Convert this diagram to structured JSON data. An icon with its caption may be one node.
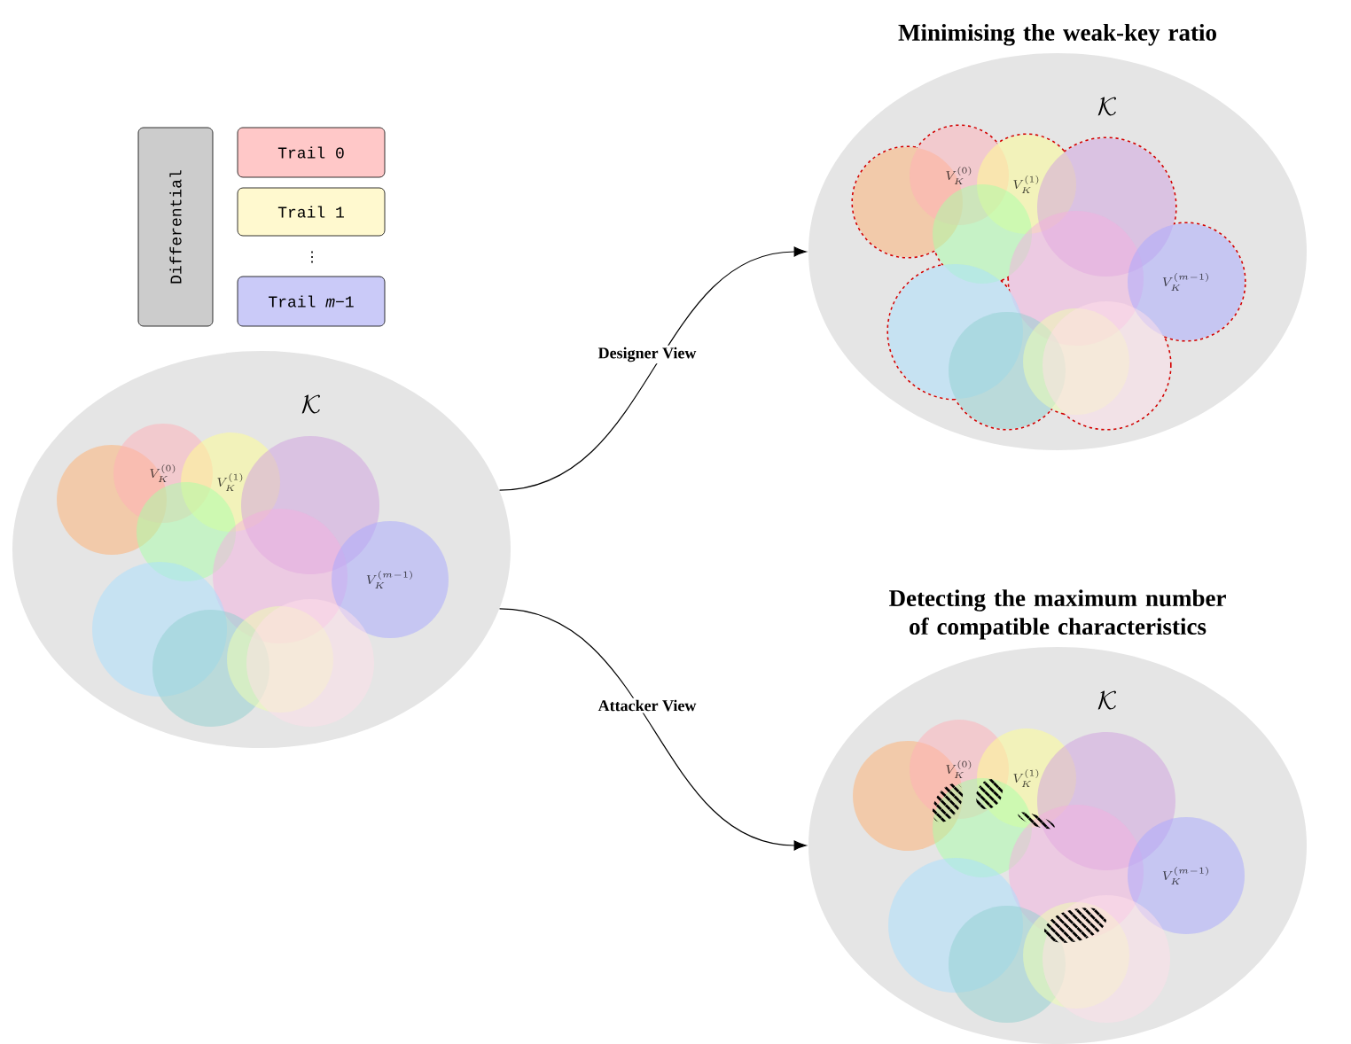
{
  "diagram": {
    "nodes": [
      {
        "text": [
          "Differential"
        ]
      },
      {
        "text": [
          "Trail 0"
        ]
      },
      {
        "text": [
          "Trail 1"
        ]
      },
      {
        "text": [
          "Trail *m*−1"
        ]
      },
      {
        "text": [
          "\\mathcal{K}"
        ]
      },
      {
        "text": [],
        "shape": "circle",
        "in": 4
      },
      {
        "text": [
          "V_K^{(0)}"
        ],
        "in": 4
      },
      {
        "text": [
          "V_K^{(1)}"
        ],
        "in": 4
      },
      {
        "text": [],
        "shape": "circle",
        "in": 4
      },
      {
        "text": [],
        "shape": "circle",
        "in": 4
      },
      {
        "text": [],
        "shape": "circle",
        "in": 4
      },
      {
        "text": [
          "V_K^{(m-1)}"
        ],
        "in": 4
      },
      {
        "text": [],
        "shape": "circle",
        "in": 4
      },
      {
        "text": [],
        "shape": "circle",
        "in": 4
      },
      {
        "text": [],
        "shape": "circle",
        "in": 4
      },
      {
        "text": [],
        "shape": "circle",
        "in": 4
      },
      {
        "text": [
          "\\mathcal{K}"
        ],
        "beside": [
          "Minimising the weak-key ratio"
        ]
      },
      {
        "text": [],
        "shape": "circle",
        "in": 16
      },
      {
        "text": [
          "V_K^{(0)}"
        ],
        "in": 16
      },
      {
        "text": [
          "V_K^{(1)}"
        ],
        "in": 16
      },
      {
        "text": [],
        "shape": "circle",
        "in": 16
      },
      {
        "text": [],
        "shape": "circle",
        "in": 16
      },
      {
        "text": [],
        "shape": "circle",
        "in": 16
      },
      {
        "text": [
          "V_K^{(m-1)}"
        ],
        "in": 16
      },
      {
        "text": [],
        "shape": "circle",
        "in": 16
      },
      {
        "text": [],
        "shape": "circle",
        "in": 16
      },
      {
        "text": [],
        "shape": "circle",
        "in": 16
      },
      {
        "text": [],
        "shape": "circle",
        "in": 16
      },
      {
        "text": [
          "\\mathcal{K}"
        ],
        "beside": [
          "Detecting the maximum number of compatible characteristics"
        ]
      },
      {
        "text": [],
        "shape": "circle",
        "in": 28
      },
      {
        "text": [
          "V_K^{(0)}"
        ],
        "in": 28
      },
      {
        "text": [
          "V_K^{(1)}"
        ],
        "in": 28
      },
      {
        "text": [],
        "shape": "circle",
        "in": 28
      },
      {
        "text": [],
        "shape": "circle",
        "in": 28
      },
      {
        "text": [],
        "shape": "circle",
        "in": 28
      },
      {
        "text": [
          "V_K^{(m-1)}"
        ],
        "in": 28
      },
      {
        "text": [],
        "shape": "circle",
        "in": 28
      },
      {
        "text": [],
        "shape": "circle",
        "in": 28
      },
      {
        "text": [],
        "shape": "circle",
        "in": 28
      },
      {
        "text": [],
        "shape": "circle",
        "in": 28
      }
    ],
    "edges": [
      {
        "from": 4,
        "to": 16,
        "arrow": "to",
        "label": "Designer View"
      },
      {
        "from": 4,
        "to": 28,
        "arrow": "to",
        "label": "Attacker View"
      }
    ],
    "labels": [
      "⋮"
    ]
  }
}
